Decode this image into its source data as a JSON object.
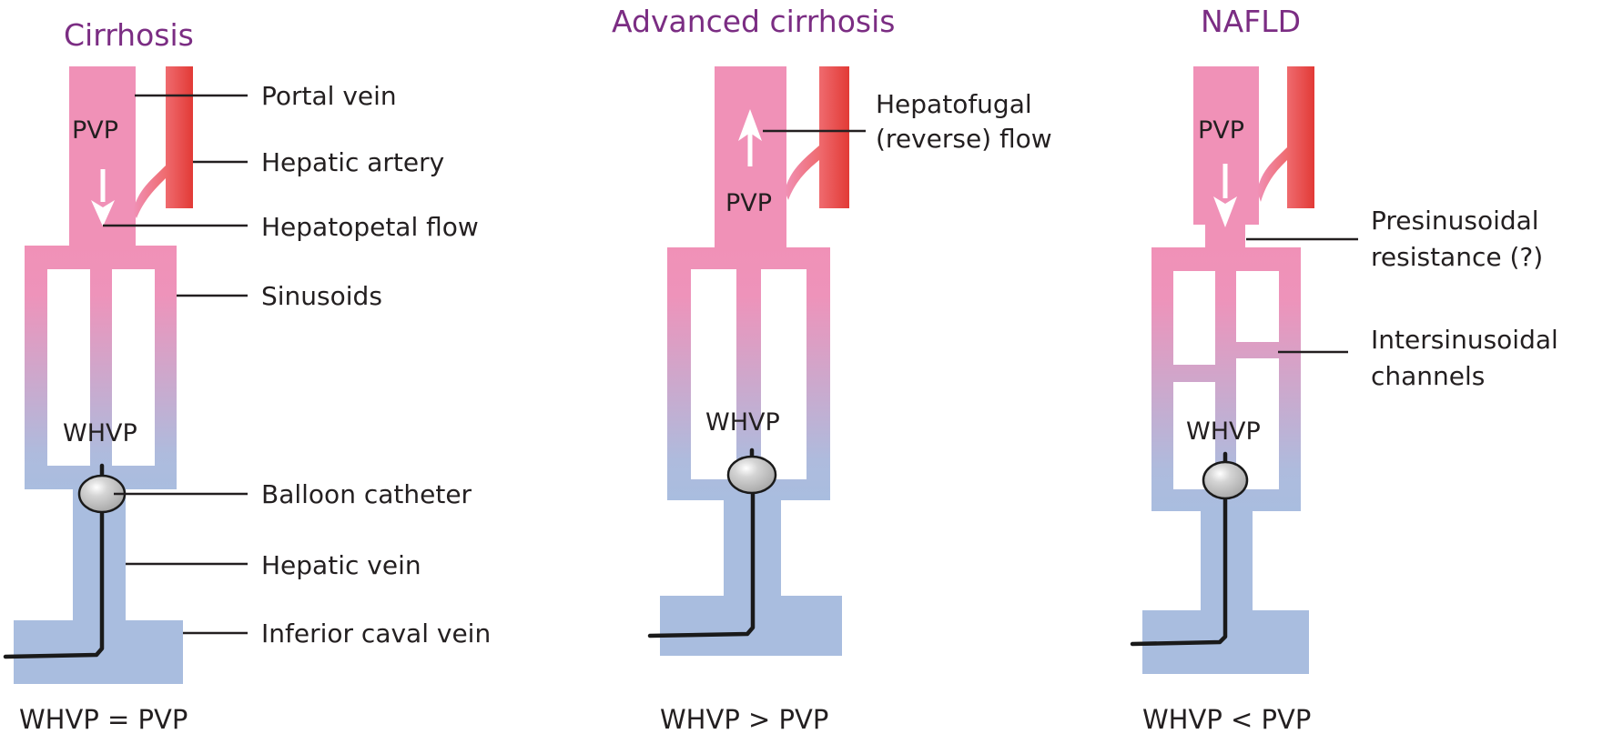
{
  "colors": {
    "title": "#7b2d83",
    "portal_pink": "#f091b7",
    "venous_blue": "#a9bddf",
    "artery_red_light": "#ef6b6f",
    "artery_red_dark": "#e23a36",
    "text": "#231f20",
    "balloon_fill": "#c7c7c7"
  },
  "panels": [
    {
      "title": "Cirrhosis",
      "pvp_label": "PVP",
      "whvp_label": "WHVP",
      "flow_direction": "down",
      "labels": [
        "Portal vein",
        "Hepatic artery",
        "Hepatopetal flow",
        "Sinusoids",
        "Balloon catheter",
        "Hepatic vein",
        "Inferior caval vein"
      ],
      "formula": "WHVP = PVP"
    },
    {
      "title": "Advanced cirrhosis",
      "pvp_label": "PVP",
      "whvp_label": "WHVP",
      "flow_direction": "up",
      "labels": [
        "Hepatofugal",
        "(reverse) flow"
      ],
      "formula": "WHVP > PVP"
    },
    {
      "title": "NAFLD",
      "pvp_label": "PVP",
      "whvp_label": "WHVP",
      "flow_direction": "down",
      "labels": [
        "Presinusoidal",
        "resistance (?)",
        "Intersinusoidal",
        "channels"
      ],
      "formula": "WHVP < PVP"
    }
  ]
}
